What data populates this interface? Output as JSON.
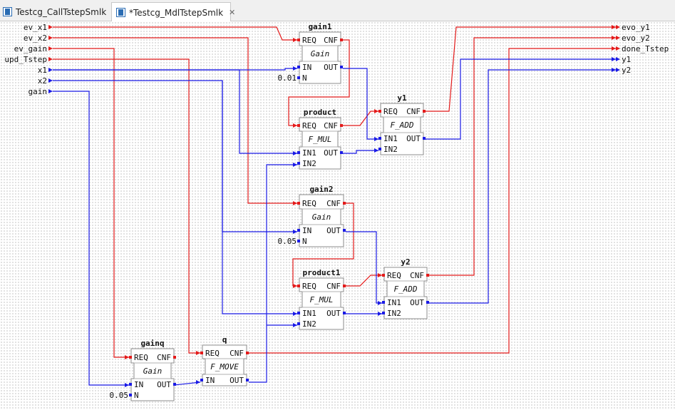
{
  "tabs": [
    {
      "label": "Testcg_CallTstepSmlk",
      "active": false
    },
    {
      "label": "*Testcg_MdlTstepSmlk",
      "active": true
    }
  ],
  "inputs": {
    "events": [
      "ev_x1",
      "ev_x2",
      "ev_gain",
      "upd_Tstep"
    ],
    "data": [
      "x1",
      "x2",
      "gain"
    ]
  },
  "outputs": {
    "events": [
      "evo_y1",
      "evo_y2",
      "done_Tstep"
    ],
    "data": [
      "y1",
      "y2"
    ]
  },
  "blocks": [
    {
      "name": "gain1",
      "type": "Gain",
      "ev_in": [
        "REQ"
      ],
      "ev_out": [
        "CNF"
      ],
      "data_in": [
        "IN",
        "N"
      ],
      "data_out": [
        "OUT"
      ],
      "param": "0.01"
    },
    {
      "name": "product",
      "type": "F_MUL",
      "ev_in": [
        "REQ"
      ],
      "ev_out": [
        "CNF"
      ],
      "data_in": [
        "IN1",
        "IN2"
      ],
      "data_out": [
        "OUT"
      ]
    },
    {
      "name": "y1",
      "type": "F_ADD",
      "ev_in": [
        "REQ"
      ],
      "ev_out": [
        "CNF"
      ],
      "data_in": [
        "IN1",
        "IN2"
      ],
      "data_out": [
        "OUT"
      ]
    },
    {
      "name": "gain2",
      "type": "Gain",
      "ev_in": [
        "REQ"
      ],
      "ev_out": [
        "CNF"
      ],
      "data_in": [
        "IN",
        "N"
      ],
      "data_out": [
        "OUT"
      ],
      "param": "0.05"
    },
    {
      "name": "product1",
      "type": "F_MUL",
      "ev_in": [
        "REQ"
      ],
      "ev_out": [
        "CNF"
      ],
      "data_in": [
        "IN1",
        "IN2"
      ],
      "data_out": [
        "OUT"
      ]
    },
    {
      "name": "y2",
      "type": "F_ADD",
      "ev_in": [
        "REQ"
      ],
      "ev_out": [
        "CNF"
      ],
      "data_in": [
        "IN1",
        "IN2"
      ],
      "data_out": [
        "OUT"
      ]
    },
    {
      "name": "gainq",
      "type": "Gain",
      "ev_in": [
        "REQ"
      ],
      "ev_out": [
        "CNF"
      ],
      "data_in": [
        "IN",
        "N"
      ],
      "data_out": [
        "OUT"
      ],
      "param": "0.05"
    },
    {
      "name": "q",
      "type": "F_MOVE",
      "ev_in": [
        "REQ"
      ],
      "ev_out": [
        "CNF"
      ],
      "data_in": [
        "IN"
      ],
      "data_out": [
        "OUT"
      ]
    }
  ],
  "colors": {
    "event": "#e41a1a",
    "data": "#1a1ae6",
    "block_border": "#8c8c8c",
    "block_fill": "#ffffff"
  }
}
